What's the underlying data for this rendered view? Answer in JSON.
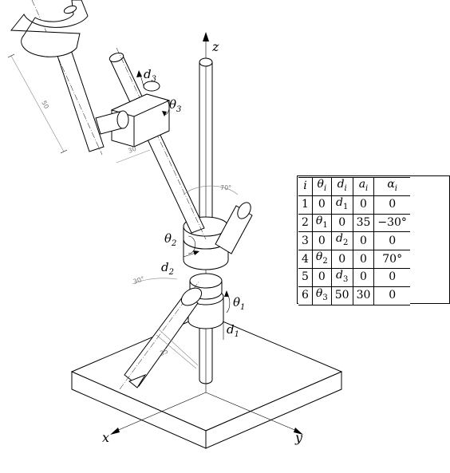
{
  "labels": {
    "z": "z",
    "x": "x",
    "y": "y",
    "d1": "d",
    "d1_sub": "1",
    "d2": "d",
    "d2_sub": "2",
    "d3": "d",
    "d3_sub": "3",
    "theta1": "θ",
    "theta1_sub": "1",
    "theta2": "θ",
    "theta2_sub": "2",
    "theta3": "θ",
    "theta3_sub": "3"
  },
  "dimensions": {
    "len50": "50",
    "len30": "30",
    "len35": "35",
    "ang70": "70°",
    "ang30": "30°"
  },
  "table": {
    "headers": [
      "i",
      "θ_i",
      "d_i",
      "a_i",
      "α_i"
    ],
    "rows": [
      [
        "1",
        "0",
        "d_1",
        "0",
        "0"
      ],
      [
        "2",
        "θ_1",
        "0",
        "35",
        "−30°"
      ],
      [
        "3",
        "0",
        "d_2",
        "0",
        "0"
      ],
      [
        "4",
        "θ_2",
        "0",
        "0",
        "70°"
      ],
      [
        "5",
        "0",
        "d_3",
        "0",
        "0"
      ],
      [
        "6",
        "θ_3",
        "50",
        "30",
        "0"
      ]
    ]
  }
}
